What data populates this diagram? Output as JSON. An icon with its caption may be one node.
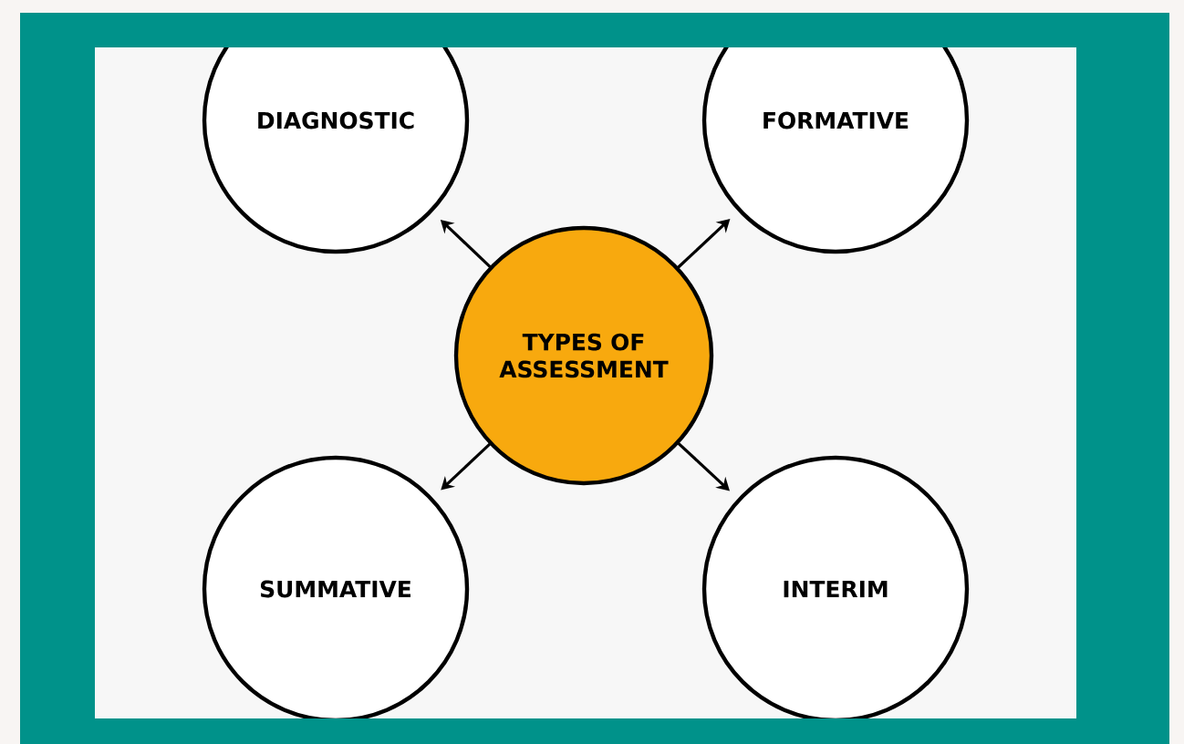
{
  "diagram": {
    "nodes": [
      {
        "text": [
          "TYPES OF ASSESSMENT"
        ]
      },
      {
        "text": [
          "DIAGNOSTIC"
        ]
      },
      {
        "text": [
          "FORMATIVE"
        ]
      },
      {
        "text": [
          "SUMMATIVE"
        ]
      },
      {
        "text": [
          "INTERIM"
        ]
      }
    ],
    "edges": [
      {
        "from": 0,
        "to": 1,
        "arrow": "to"
      },
      {
        "from": 0,
        "to": 2,
        "arrow": "to"
      },
      {
        "from": 0,
        "to": 3,
        "arrow": "to"
      },
      {
        "from": 0,
        "to": 4,
        "arrow": "to"
      }
    ]
  }
}
